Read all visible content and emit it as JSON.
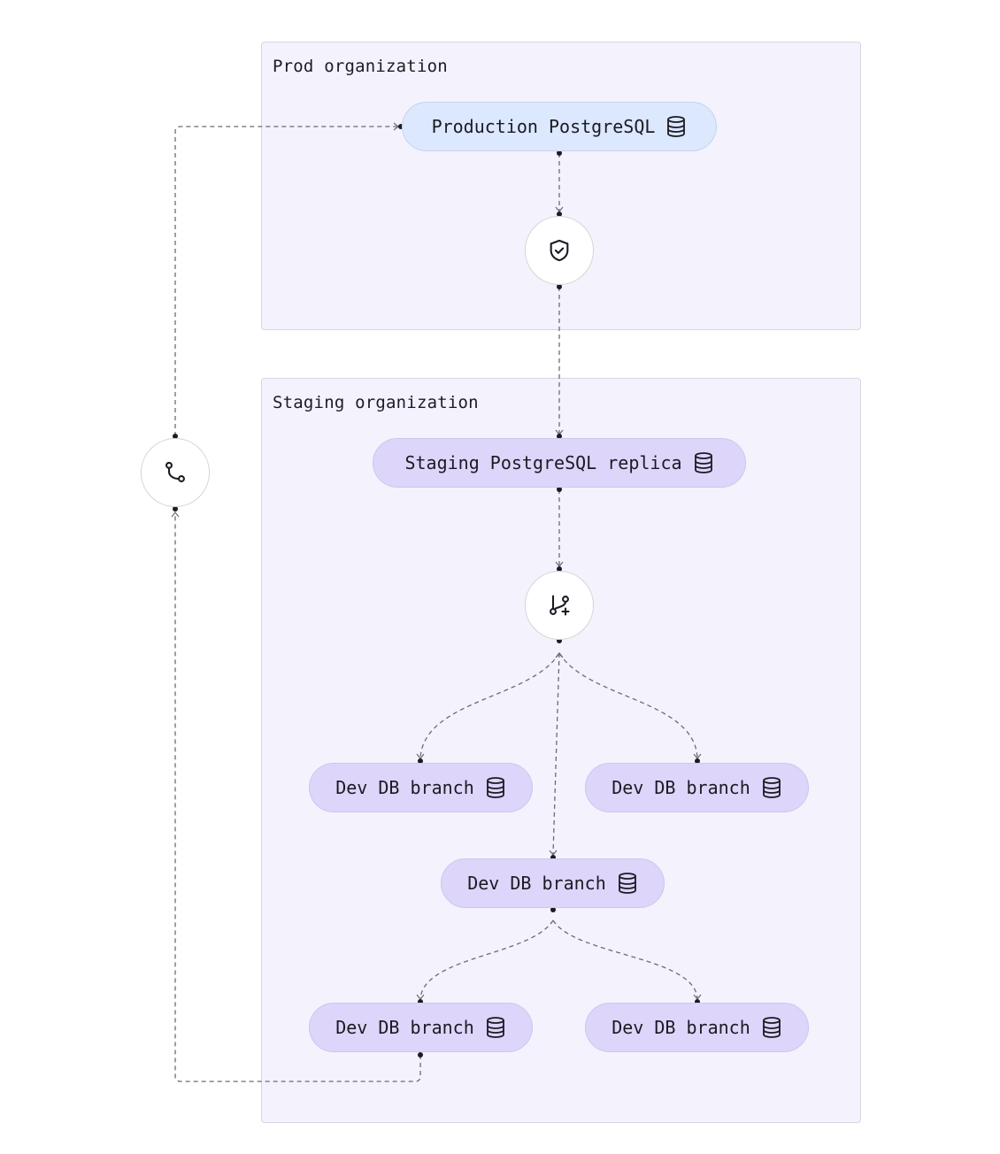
{
  "groups": {
    "prod": {
      "label": "Prod organization"
    },
    "staging": {
      "label": "Staging organization"
    }
  },
  "nodes": {
    "production_db": {
      "label": "Production PostgreSQL",
      "icon": "database-icon"
    },
    "shield": {
      "icon": "shield-check-icon"
    },
    "staging_replica": {
      "label": "Staging PostgreSQL replica",
      "icon": "database-icon"
    },
    "branch_create": {
      "icon": "git-branch-plus-icon"
    },
    "merge": {
      "icon": "git-merge-icon"
    },
    "dev_branches": [
      {
        "label": "Dev DB branch",
        "icon": "database-icon"
      },
      {
        "label": "Dev DB branch",
        "icon": "database-icon"
      },
      {
        "label": "Dev DB branch",
        "icon": "database-icon"
      },
      {
        "label": "Dev DB branch",
        "icon": "database-icon"
      },
      {
        "label": "Dev DB branch",
        "icon": "database-icon"
      }
    ]
  },
  "colors": {
    "group_fill": "#f4f2fd",
    "prod_node_fill": "#dbe8fd",
    "staging_node_fill": "#ddd6fa",
    "edge": "#6d6a75"
  }
}
